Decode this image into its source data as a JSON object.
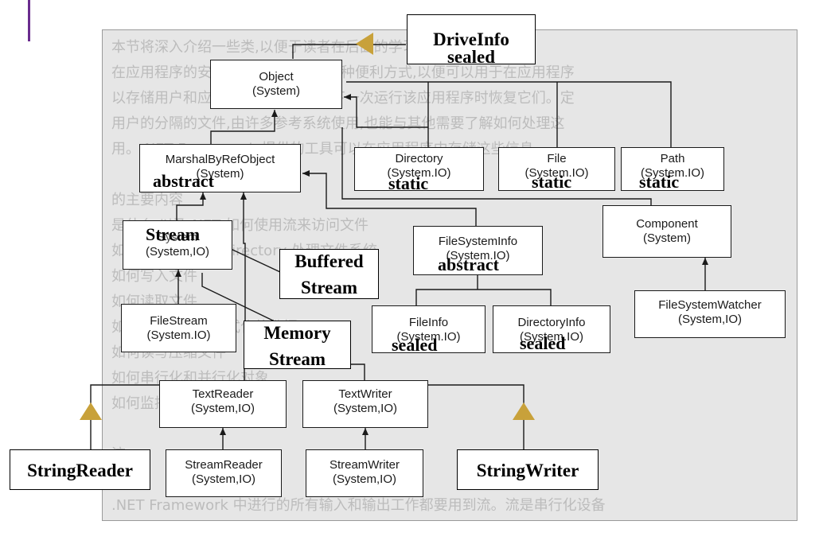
{
  "background_text": [
    "本节将深入介绍一些类,以便于读者在后面的学习中能更好地理解",
    "在应用程序的安装之间存储数据的一种便利方式,以便可以用于在应用程序",
    "以存储用户和应用程序配置,以便在下一次运行该应用程序时恢复它们。定",
    "用户的分隔的文件,由许多参考系统使用,也能与其他需要了解如何处理这",
    "用。.NET Framework 提供的工具可以在应用程序中存储这些信息。",
    "",
    "的主要内容",
    "是什么,以及.NET 如何使用流来访问文件",
    "如何使用 File 和 Directory 处理文件系统",
    "如何写入文件",
    "如何读取文件",
    "如何将数据写入格式化的数据",
    "如何读写压缩文件",
    "如何串行化和并行化对象",
    "如何监控文件和目录的变化",
    "",
    "流",
    "",
    ".NET Framework 中进行的所有输入和输出工作都要用到流。流是串行化设备"
  ],
  "classes": {
    "object": {
      "name": "Object",
      "ns": "(System)"
    },
    "marshal": {
      "name": "MarshalByRefObject",
      "ns": "(System)"
    },
    "directory": {
      "name": "Directory",
      "ns": "(System.IO)"
    },
    "file": {
      "name": "File",
      "ns": "(System.IO)"
    },
    "path": {
      "name": "Path",
      "ns": "(System.IO)"
    },
    "stream": {
      "name": "System",
      "ns": "(System,IO)"
    },
    "filesysteminfo": {
      "name": "FileSystemInfo",
      "ns": "(System.IO)"
    },
    "component": {
      "name": "Component",
      "ns": "(System)"
    },
    "filestream": {
      "name": "FileStream",
      "ns": "(System.IO)"
    },
    "fileinfo": {
      "name": "FileInfo",
      "ns": "(System.IO)"
    },
    "directoryinfo": {
      "name": "DirectoryInfo",
      "ns": "(System.IO)"
    },
    "watcher": {
      "name": "FileSystemWatcher",
      "ns": "(System,IO)"
    },
    "textreader": {
      "name": "TextReader",
      "ns": "(System,IO)"
    },
    "textwriter": {
      "name": "TextWriter",
      "ns": "(System,IO)"
    },
    "streamreader": {
      "name": "StreamReader",
      "ns": "(System,IO)"
    },
    "streamwriter": {
      "name": "StreamWriter",
      "ns": "(System,IO)"
    }
  },
  "modifiers": {
    "marshal": "abstract",
    "directory": "static",
    "file": "static",
    "path": "static",
    "stream": "Stream",
    "filesysteminfo": "abstract",
    "fileinfo": "sealed",
    "directoryinfo": "sealed"
  },
  "callouts": {
    "driveinfo": {
      "line1": "DriveInfo",
      "line2": "sealed"
    },
    "buffered": {
      "line1": "Buffered",
      "line2": "Stream"
    },
    "memory": {
      "line1": "Memory",
      "line2": "Stream"
    },
    "stringreader": {
      "line1": "StringReader"
    },
    "stringwriter": {
      "line1": "StringWriter"
    }
  },
  "colors": {
    "accent": "#6a2c8e",
    "triangle": "#c8a13a",
    "scan_bg": "#e6e6e6"
  }
}
